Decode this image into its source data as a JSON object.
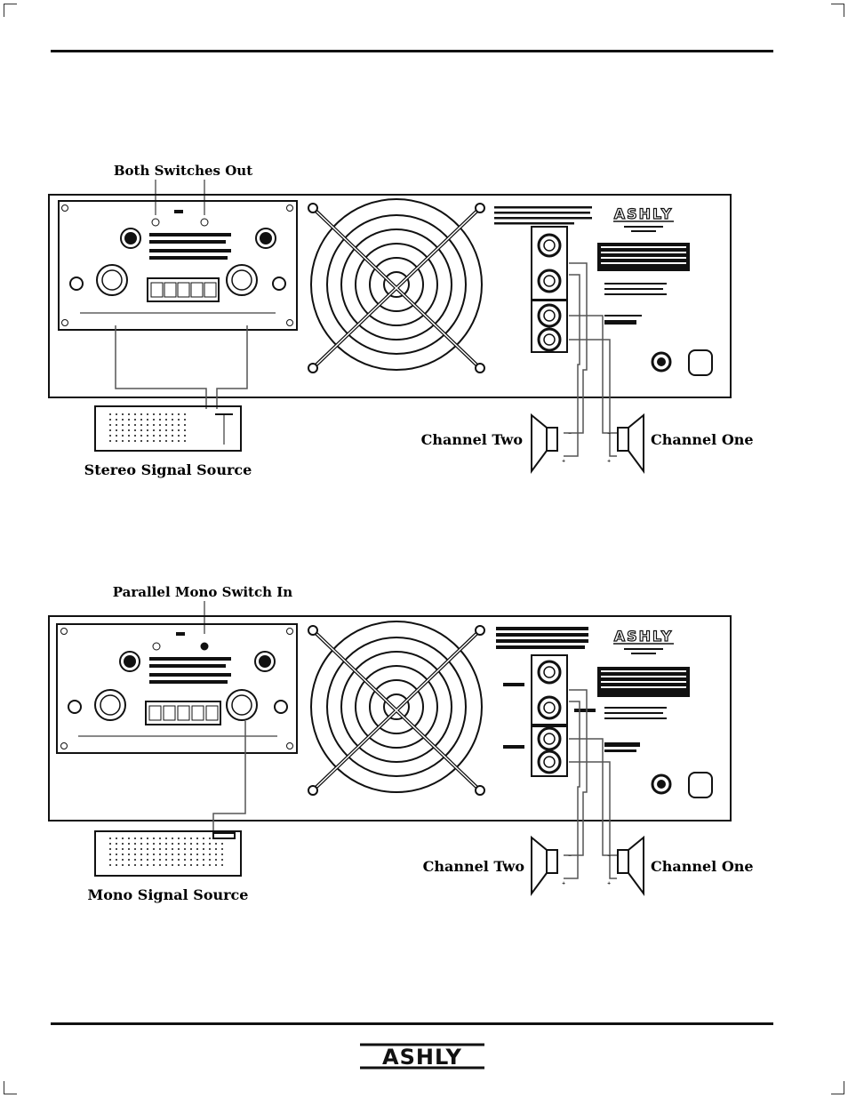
{
  "diagrams": [
    {
      "switch_label": "Both Switches Out",
      "source_label": "Stereo Signal Source",
      "channel_two_label": "Channel Two",
      "channel_one_label": "Channel One"
    },
    {
      "switch_label": "Parallel Mono Switch In",
      "source_label": "Mono Signal Source",
      "channel_two_label": "Channel Two",
      "channel_one_label": "Channel One"
    }
  ],
  "brand": {
    "panel_logo": "ASHLY",
    "footer_logo": "ASHLY"
  },
  "colors": {
    "ink": "#111111",
    "background": "#ffffff",
    "wire": "#555555"
  }
}
